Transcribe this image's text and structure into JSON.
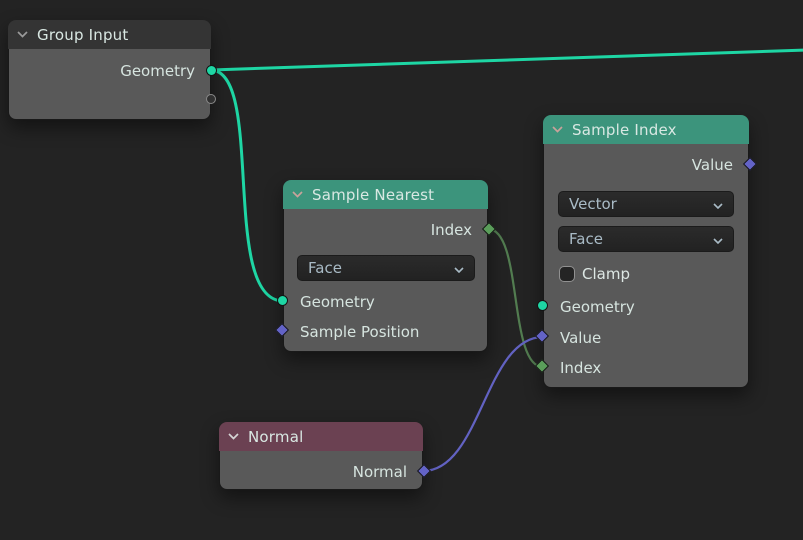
{
  "colors": {
    "canvas_bg": "#232323",
    "node_body": "#595959",
    "header_group_input": "#343434",
    "header_sample": "#3c947c",
    "header_normal": "#6b4152",
    "socket_geometry": "#1ed6a4",
    "socket_vector": "#6363c7",
    "socket_integer": "#5a9e5a",
    "wire_geometry": "#1ed6a4",
    "wire_integer": "#527c50",
    "wire_vector": "#6262c2"
  },
  "icons": {
    "collapse_chevron": "chevron-down",
    "dropdown_chevron": "chevron-down"
  },
  "nodes": {
    "group_input": {
      "title": "Group Input",
      "outputs": {
        "geometry": "Geometry"
      }
    },
    "sample_nearest": {
      "title": "Sample Nearest",
      "outputs": {
        "index": "Index"
      },
      "dropdowns": {
        "domain": "Face"
      },
      "inputs": {
        "geometry": "Geometry",
        "sample_position": "Sample Position"
      }
    },
    "sample_index": {
      "title": "Sample Index",
      "outputs": {
        "value": "Value"
      },
      "dropdowns": {
        "data_type": "Vector",
        "domain": "Face"
      },
      "clamp": {
        "label": "Clamp",
        "checked": false
      },
      "inputs": {
        "geometry": "Geometry",
        "value": "Value",
        "index": "Index"
      }
    },
    "normal": {
      "title": "Normal",
      "outputs": {
        "normal": "Normal"
      }
    }
  }
}
